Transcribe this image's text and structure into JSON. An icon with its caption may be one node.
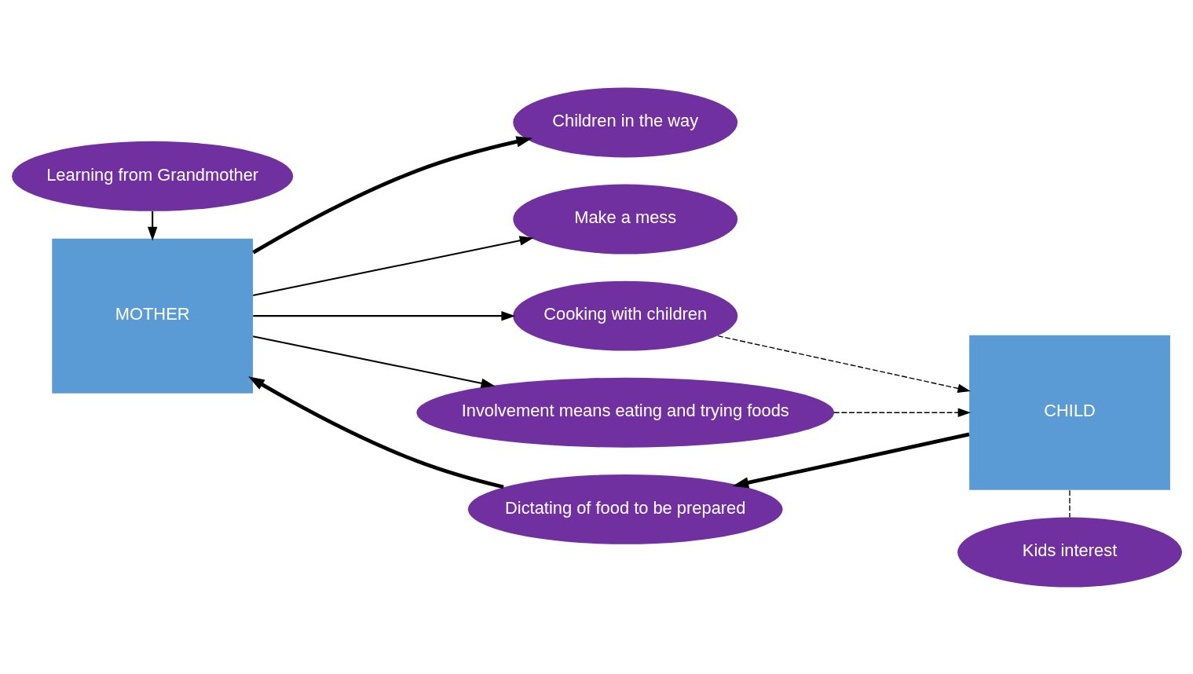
{
  "diagram": {
    "nodes": [
      {
        "text": [
          "Learning from Grandmother"
        ]
      },
      {
        "text": [
          "Children in the way"
        ]
      },
      {
        "text": [
          "Make a mess"
        ]
      },
      {
        "text": [
          "MOTHER"
        ]
      },
      {
        "text": [
          "Dictating of food to be prepared"
        ]
      },
      {
        "text": [
          "CHILD"
        ]
      },
      {
        "text": [
          "Cooking with children"
        ]
      },
      {
        "text": [
          "Kids interest"
        ]
      },
      {
        "text": [
          "Involvement means eating and trying foods"
        ]
      }
    ],
    "edges": [
      {
        "from": 0,
        "to": 3,
        "arrow": "to"
      },
      {
        "from": 3,
        "to": 1,
        "arrow": "to",
        "style": "thick"
      },
      {
        "from": 3,
        "to": 2,
        "arrow": "to"
      },
      {
        "from": 5,
        "to": 4,
        "arrow": "to",
        "style": "thick"
      },
      {
        "from": 4,
        "to": 3,
        "arrow": "to",
        "style": "thick"
      },
      {
        "from": 3,
        "to": 6,
        "arrow": "to"
      },
      {
        "from": 3,
        "to": 8,
        "arrow": "to"
      },
      {
        "from": 6,
        "to": 5,
        "arrow": "to",
        "style": "dashed"
      },
      {
        "from": 8,
        "to": 5,
        "arrow": "to",
        "style": "dashed"
      },
      {
        "from": 5,
        "to": 7,
        "arrow": "none",
        "style": "dashed"
      }
    ]
  }
}
